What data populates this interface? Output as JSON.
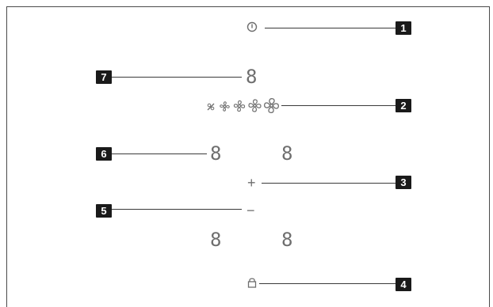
{
  "callouts": {
    "c1": "1",
    "c2": "2",
    "c3": "3",
    "c4": "4",
    "c5": "5",
    "c6": "6",
    "c7": "7"
  },
  "displays": {
    "fan_level": "8",
    "top_left": "8",
    "top_right": "8",
    "bottom_left": "8",
    "bottom_right": "8"
  },
  "symbols": {
    "power": "power-icon",
    "fan_speeds": [
      "fan-speed-0-icon",
      "fan-speed-1-icon",
      "fan-speed-2-icon",
      "fan-speed-3-icon",
      "fan-speed-4-icon"
    ],
    "plus": "+",
    "minus": "−",
    "lock": "lock-icon"
  },
  "colors": {
    "badge": "#1a1a1a",
    "symbol": "#6e6e6e",
    "line": "#3a3a3a"
  }
}
